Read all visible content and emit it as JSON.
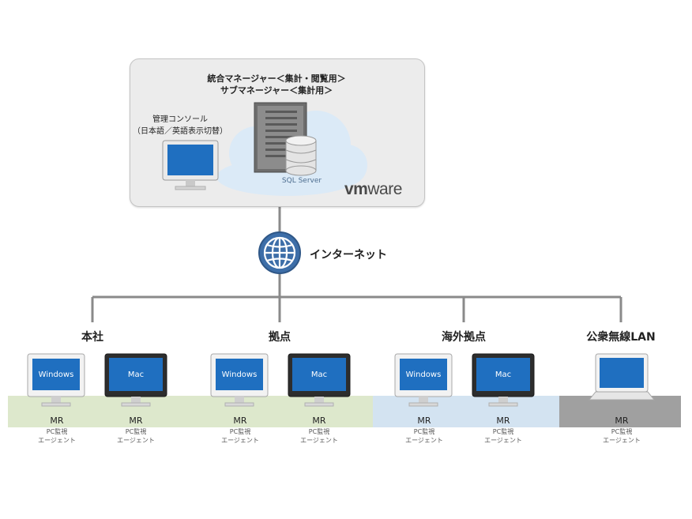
{
  "server": {
    "title_line1": "統合マネージャー＜集計・閲覧用＞",
    "title_line2": "サブマネージャー＜集計用＞",
    "console_line1": "管理コンソール",
    "console_line2": "（日本語／英語表示切替）",
    "db_label": "SQL Server",
    "vendor_prefix": "vm",
    "vendor_suffix": "ware"
  },
  "network": {
    "label": "インターネット"
  },
  "sites": [
    {
      "label": "本社"
    },
    {
      "label": "拠点"
    },
    {
      "label": "海外拠点"
    },
    {
      "label": "公衆無線LAN"
    }
  ],
  "devices": [
    {
      "screen": "Windows",
      "mr": "MR",
      "sub1": "PC監視",
      "sub2": "エージェント"
    },
    {
      "screen": "Mac",
      "mr": "MR",
      "sub1": "PC監視",
      "sub2": "エージェント"
    },
    {
      "screen": "Windows",
      "mr": "MR",
      "sub1": "PC監視",
      "sub2": "エージェント"
    },
    {
      "screen": "Mac",
      "mr": "MR",
      "sub1": "PC監視",
      "sub2": "エージェント"
    },
    {
      "screen": "Windows",
      "mr": "MR",
      "sub1": "PC監視",
      "sub2": "エージェント"
    },
    {
      "screen": "Mac",
      "mr": "MR",
      "sub1": "PC監視",
      "sub2": "エージェント"
    },
    {
      "screen": "",
      "mr": "MR",
      "sub1": "PC監視",
      "sub2": "エージェント"
    }
  ],
  "colors": {
    "band_green": "#dde8cc",
    "band_blue": "#d3e3f1",
    "band_gray": "#9a9a9a",
    "screen_blue": "#1f6fc0",
    "line_gray": "#8a8a8a"
  }
}
